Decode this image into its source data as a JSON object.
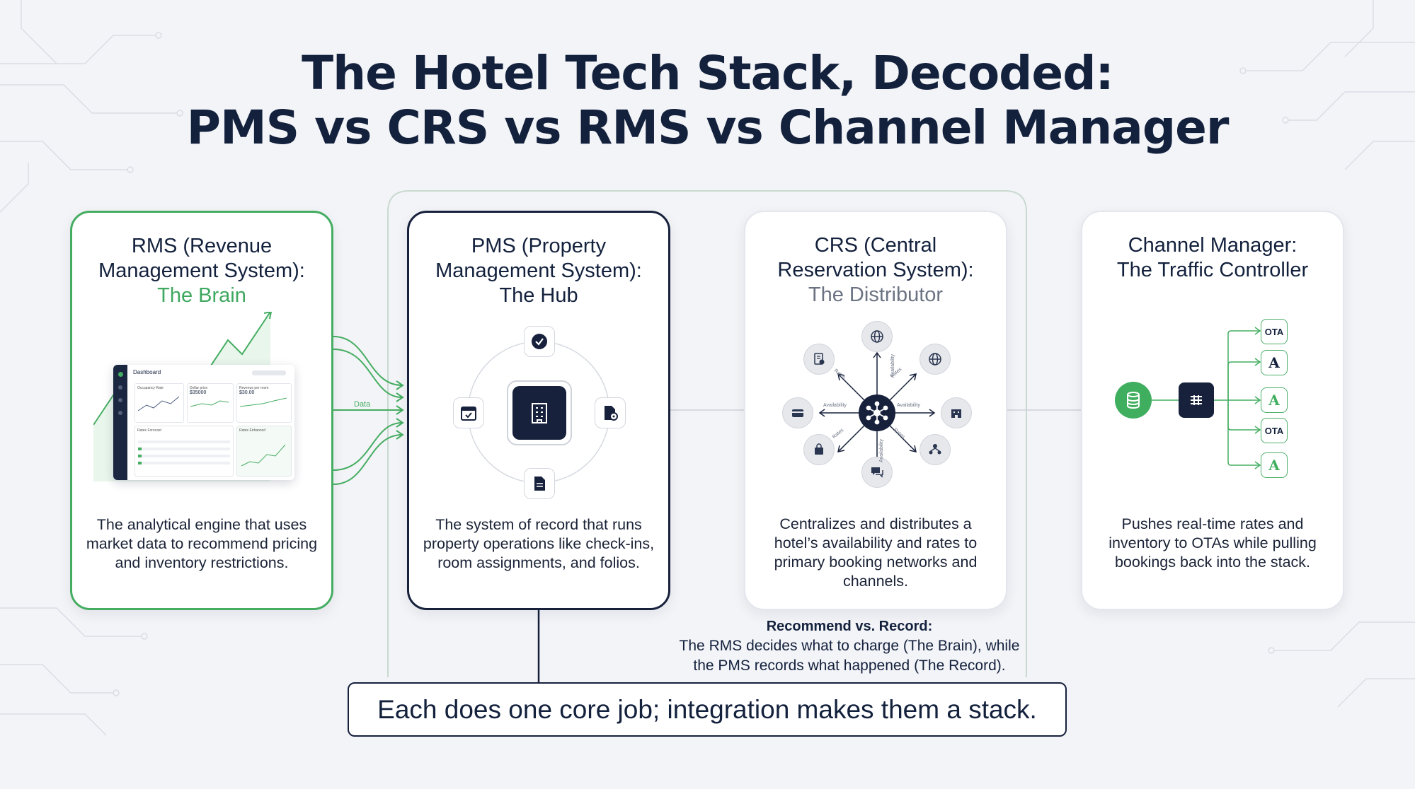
{
  "title": {
    "line1": "The Hotel Tech Stack, Decoded:",
    "line2": "PMS vs CRS vs RMS vs Channel Manager"
  },
  "cards": {
    "rms": {
      "heading_1": "RMS (Revenue",
      "heading_2": "Management System):",
      "subtitle": "The Brain",
      "description": "The analytical engine that uses market data to recommend pricing and inventory restrictions.",
      "dashboard": {
        "title": "Dashboard",
        "widget_1": "Occupancy Rate",
        "widget_2": "Dollar price",
        "widget_2_value": "$35000",
        "widget_3": "Revenue per room",
        "widget_3_value": "$30.00",
        "widget_4": "Rates Forecast",
        "widget_5": "Rates Enhanced"
      },
      "flow_label": "Data"
    },
    "pms": {
      "heading_1": "PMS (Property",
      "heading_2": "Management System):",
      "subtitle": "The Hub",
      "description": "The system of record that runs property operations like check-ins, room assignments, and folios."
    },
    "crs": {
      "heading_1": "CRS (Central",
      "heading_2": "Reservation System):",
      "subtitle": "The Distributor",
      "description": "Centralizes and distributes a hotel’s availability and rates to primary booking networks and channels.",
      "spoke_labels": [
        "Availability",
        "Rates",
        "Availability",
        "Rates",
        "Availability",
        "Rates",
        "Availability",
        "Rates"
      ]
    },
    "cm": {
      "heading_1": "Channel Manager:",
      "heading_2": "The Traffic Controller",
      "description": "Pushes real-time rates and inventory to OTAs while pulling bookings back into the stack.",
      "ota_labels": [
        "OTA",
        "A",
        "A",
        "OTA",
        "A"
      ]
    }
  },
  "note": {
    "heading": "Recommend vs. Record:",
    "line1": "The RMS decides what to charge (The Brain), while",
    "line2": "the PMS records what happened (The Record)."
  },
  "footer": "Each does one core job; integration makes them a stack.",
  "colors": {
    "navy": "#13213d",
    "green": "#45ad62",
    "background": "#f3f4f7"
  }
}
